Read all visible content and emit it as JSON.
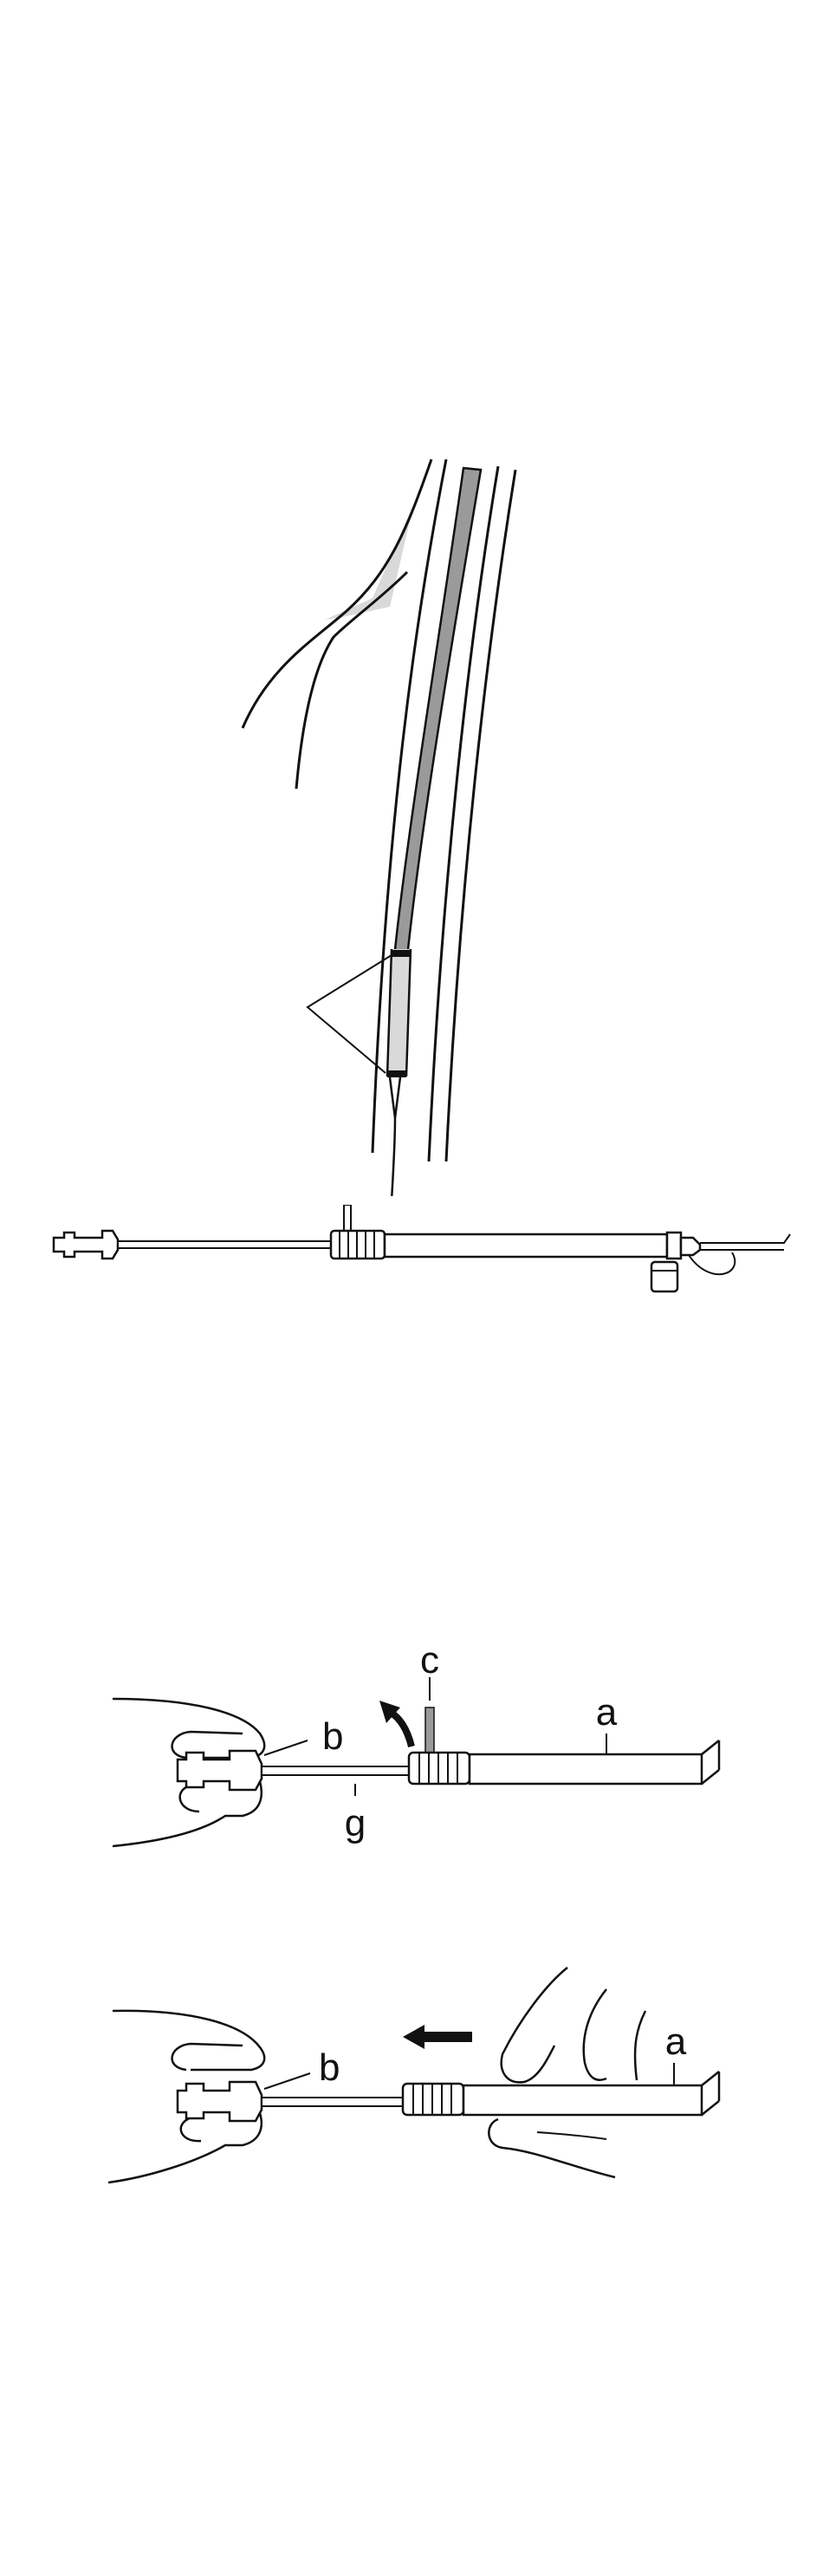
{
  "figures": [
    {
      "name": "vessel-catheter-illustration",
      "labels": []
    },
    {
      "name": "catheter-assembly-illustration",
      "labels": []
    },
    {
      "name": "step-remove-clip-illustration",
      "labels": {
        "a": "a",
        "b": "b",
        "c": "c",
        "g": "g"
      }
    },
    {
      "name": "step-withdraw-sheath-illustration",
      "labels": {
        "a": "a",
        "b": "b"
      }
    }
  ],
  "colors": {
    "line": "#111111",
    "shaft": "#9a9a9a",
    "shade": "#d9d9d9"
  }
}
